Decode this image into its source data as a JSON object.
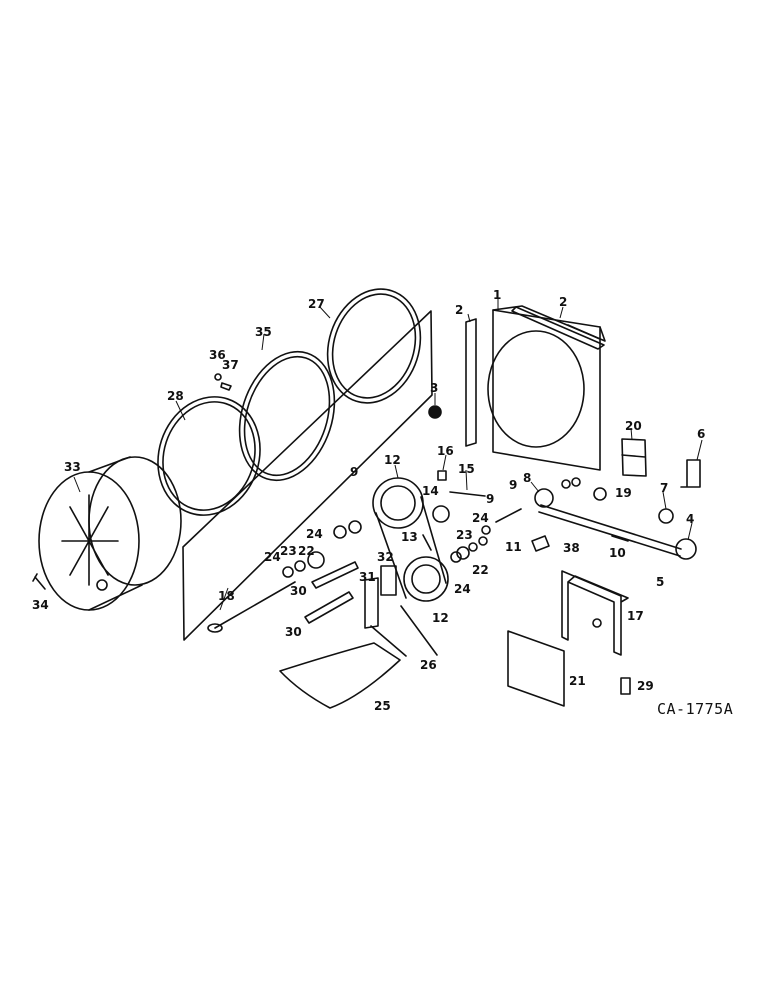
{
  "drawing": {
    "code": "CA-1775A",
    "callouts": [
      "1",
      "2",
      "2",
      "3",
      "4",
      "5",
      "6",
      "7",
      "8",
      "9",
      "9",
      "9",
      "10",
      "11",
      "12",
      "12",
      "13",
      "14",
      "15",
      "16",
      "17",
      "18",
      "19",
      "20",
      "21",
      "22",
      "22",
      "23",
      "23",
      "24",
      "24",
      "24",
      "24",
      "25",
      "26",
      "27",
      "28",
      "29",
      "30",
      "30",
      "31",
      "32",
      "33",
      "34",
      "35",
      "36",
      "37",
      "38"
    ]
  },
  "colors": {
    "ink": "#111111",
    "paper": "#ffffff"
  }
}
